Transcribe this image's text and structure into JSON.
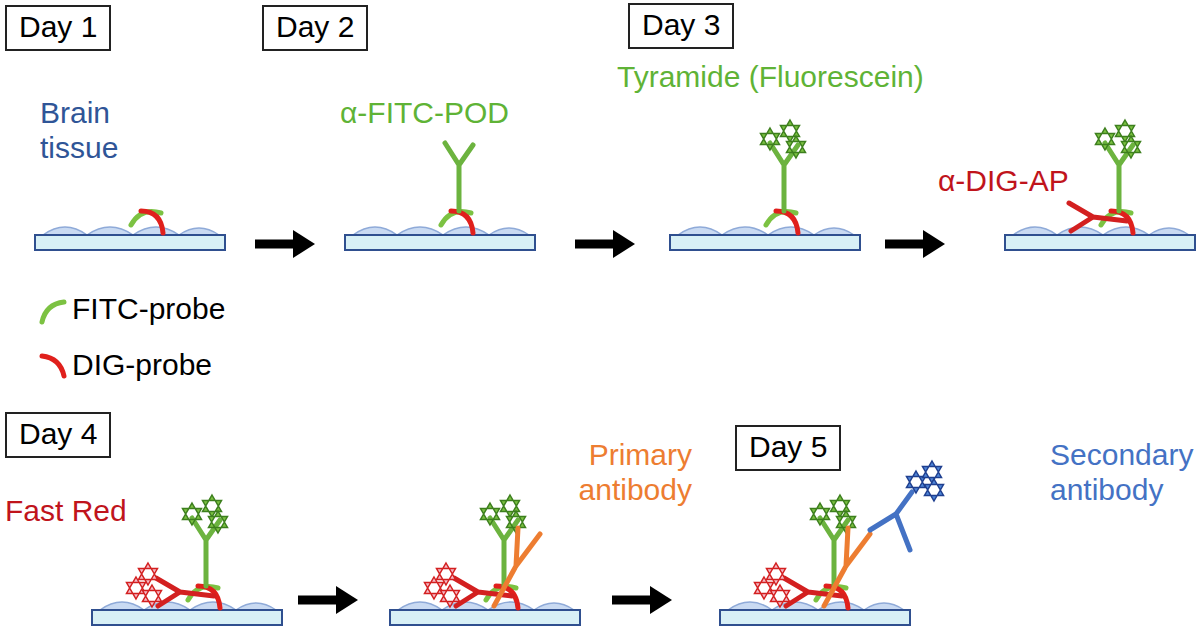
{
  "diagram": {
    "nodes": [
      {
        "text": [
          "Day 1"
        ]
      },
      {
        "text": [
          "Day 2"
        ]
      },
      {
        "text": [
          "Day 3"
        ]
      },
      {
        "text": [
          "Day 4"
        ]
      },
      {
        "text": [
          "Day 5"
        ]
      }
    ],
    "labels": [
      "Brain tissue",
      "α-FITC-POD",
      "Tyramide (Fluorescein)",
      "α-DIG-AP",
      "Fast Red",
      "Primary antibody",
      "Secondary antibody"
    ],
    "legend": [
      {
        "text": "FITC-probe"
      },
      {
        "text": "DIG-probe"
      }
    ]
  }
}
